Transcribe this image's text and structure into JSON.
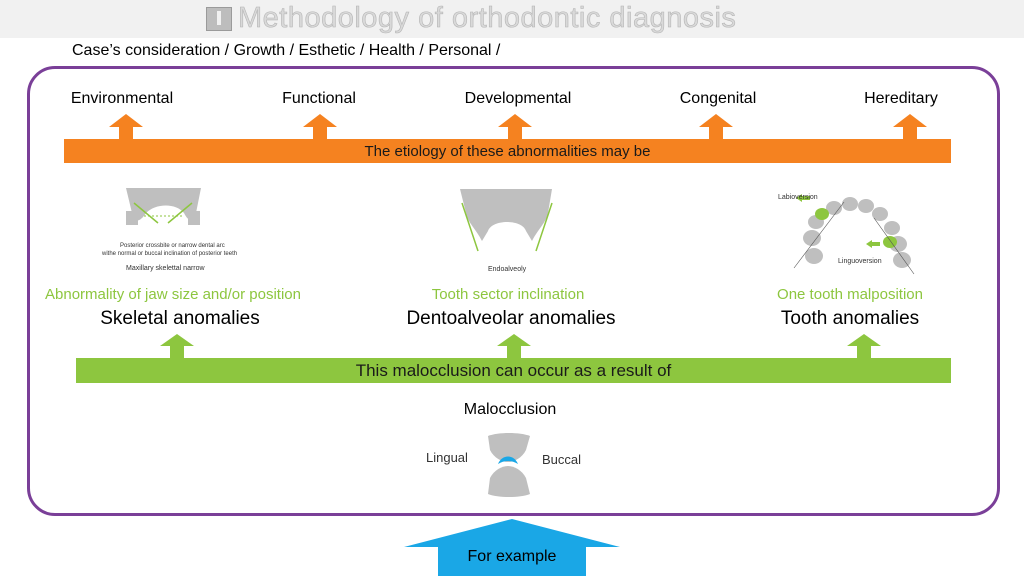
{
  "header": {
    "title": "Methodology of orthodontic diagnosis"
  },
  "subtitle": "Case’s consideration / Growth / Esthetic / Health / Personal /",
  "causes": [
    "Environmental",
    "Functional",
    "Developmental",
    "Congenital",
    "Hereditary"
  ],
  "etiology_bar": "The etiology of these abnormalities may be",
  "figures": {
    "skeletal": {
      "caption_line1": "Posterior crossbite or narrow dental arc",
      "caption_line2": "withe normal or buccal inclination of posterior teeth",
      "title": "Maxillary skelettal narrow"
    },
    "dentoalveolar": {
      "title": "Endoalveoly"
    },
    "tooth": {
      "label_top": "Labioversion",
      "label_bottom": "Linguoversion"
    },
    "malocclusion": {
      "left": "Lingual",
      "right": "Buccal"
    }
  },
  "categories": [
    {
      "caption": "Abnormality of jaw size and/or position",
      "title": "Skeletal anomalies"
    },
    {
      "caption": "Tooth sector inclination",
      "title": "Dentoalveolar anomalies"
    },
    {
      "caption": "One tooth malposition",
      "title": "Tooth anomalies"
    }
  ],
  "result_bar": "This malocclusion can occur as a result of",
  "malocclusion_label": "Malocclusion",
  "for_example": "For example",
  "colors": {
    "orange": "#f58220",
    "green": "#8dc63f",
    "blue": "#1aa7e6",
    "frame": "#7a3f98",
    "tooth_gray": "#bfbfbf"
  }
}
